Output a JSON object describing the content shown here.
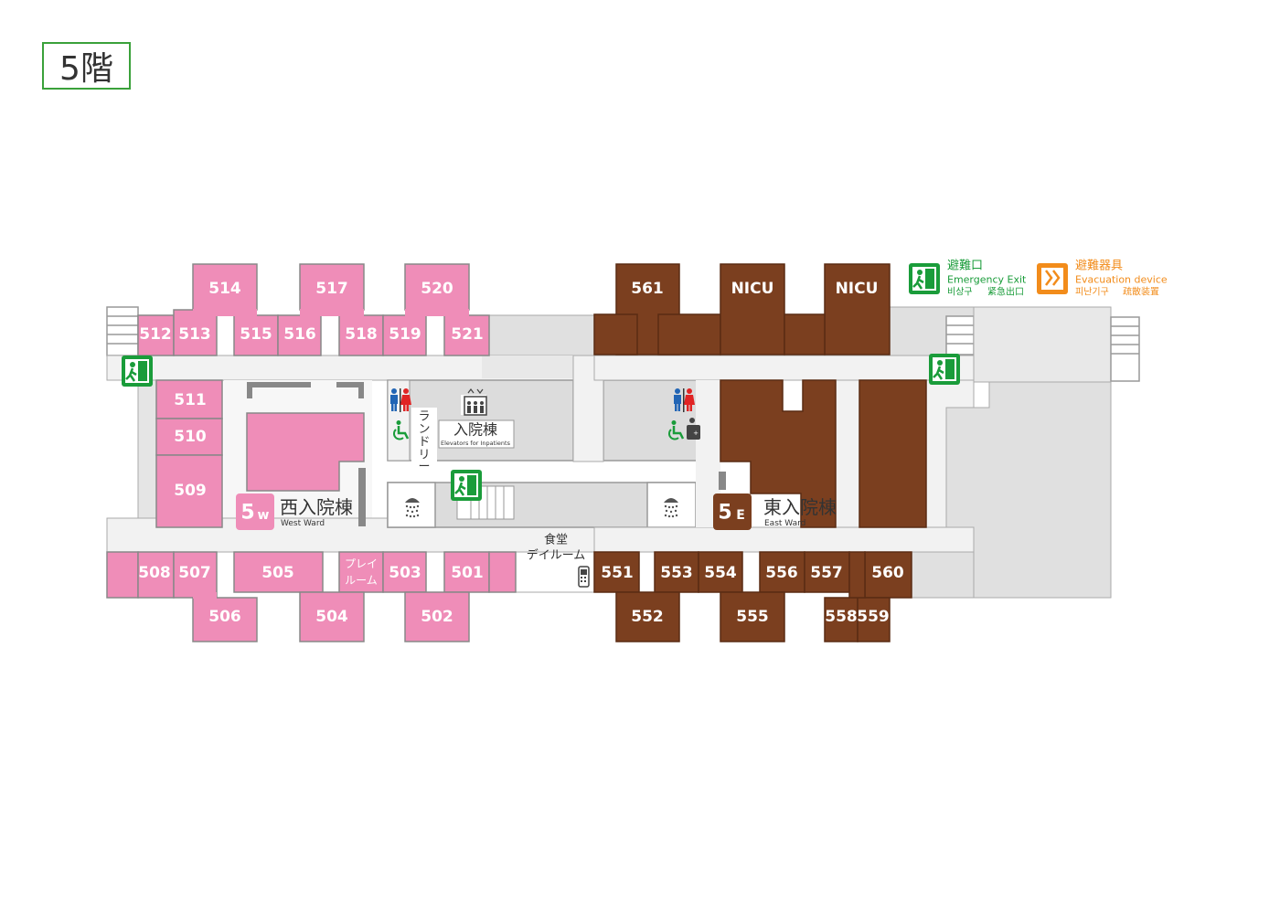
{
  "floor": "5階",
  "west_rooms": [
    "514",
    "517",
    "520",
    "512",
    "513",
    "515",
    "516",
    "518",
    "519",
    "521",
    "511",
    "510",
    "509",
    "508",
    "507",
    "505",
    "503",
    "501",
    "506",
    "504",
    "502"
  ],
  "play_room": [
    "プレイ",
    "ルーム"
  ],
  "east_rooms": [
    "561",
    "NICU",
    "NICU",
    "551",
    "553",
    "554",
    "556",
    "557",
    "560",
    "552",
    "555",
    "558",
    "559"
  ],
  "west_ward": {
    "badge_main": "5",
    "badge_sub": "w",
    "name": "西入院棟",
    "sub": "West Ward"
  },
  "east_ward": {
    "badge_main": "5",
    "badge_sub": "E",
    "name": "東入院棟",
    "sub": "East Ward"
  },
  "elevator": {
    "name": "入院棟",
    "sub": "Elevators for Inpatients"
  },
  "laundry": [
    "ラ",
    "ン",
    "ド",
    "リ",
    "ー"
  ],
  "dining": [
    "食堂",
    "デイルーム"
  ],
  "legend": {
    "exit": {
      "title": "避難口",
      "en": "Emergency Exit",
      "ko": "비상구",
      "zh": "紧急出口"
    },
    "device": {
      "title": "避難器具",
      "en": "Evacuation device",
      "ko": "피난기구",
      "zh": "疏散装置"
    }
  },
  "colors": {
    "west": "#ef8db8",
    "east": "#7b3f1f",
    "corridor": "#f2f2f2",
    "wall": "#dcdcdc",
    "exit_green": "#1a9c3a",
    "device_orange": "#f28c1b"
  },
  "icons": [
    "emergency-exit-icon",
    "evacuation-device-icon",
    "restroom-icon",
    "wheelchair-icon",
    "elevator-icon",
    "shower-icon",
    "phone-icon",
    "ostomate-icon"
  ]
}
